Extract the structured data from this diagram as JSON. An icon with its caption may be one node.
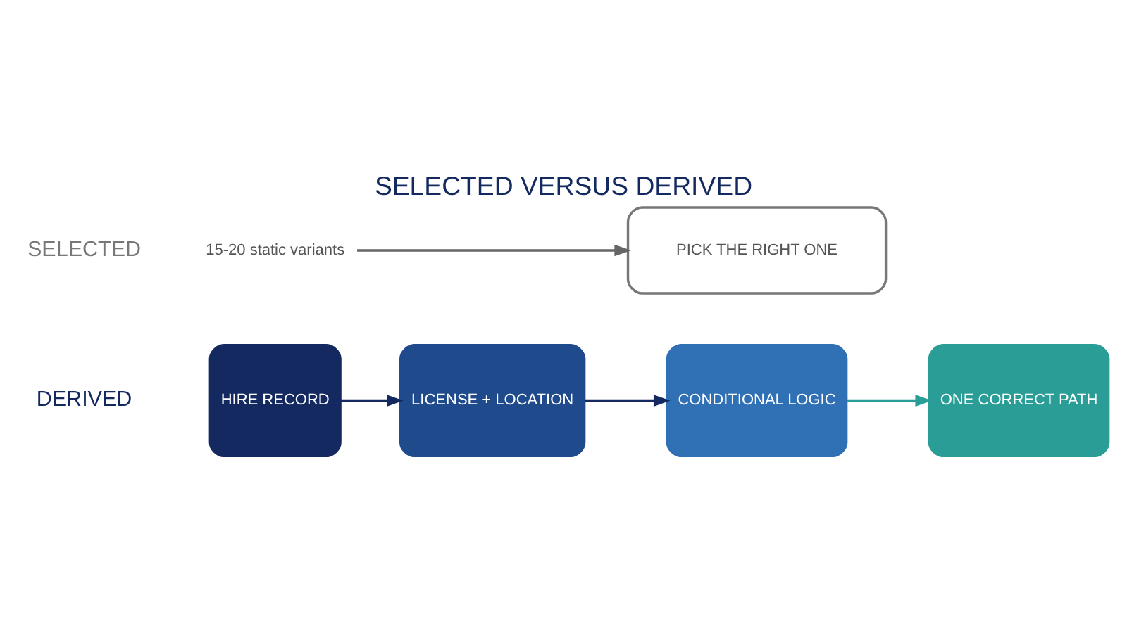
{
  "diagram": {
    "title": "SELECTED VERSUS DERIVED",
    "nodes": [
      {
        "text": [
          "15-20 static variants"
        ]
      },
      {
        "text": [
          "PICK THE RIGHT ONE"
        ]
      },
      {
        "text": [
          "HIRE RECORD"
        ]
      },
      {
        "text": [
          "LICENSE + LOCATION"
        ]
      },
      {
        "text": [
          "CONDITIONAL LOGIC"
        ]
      },
      {
        "text": [
          "ONE CORRECT PATH"
        ]
      }
    ],
    "edges": [
      {
        "from": 0,
        "to": 1,
        "arrow": "to",
        "color": "#666666"
      },
      {
        "from": 2,
        "to": 3,
        "arrow": "to"
      },
      {
        "from": 3,
        "to": 4,
        "arrow": "to"
      },
      {
        "from": 4,
        "to": 5,
        "arrow": "to",
        "color": "#2a9d96"
      }
    ],
    "labels": [
      "SELECTED",
      "DERIVED"
    ]
  }
}
